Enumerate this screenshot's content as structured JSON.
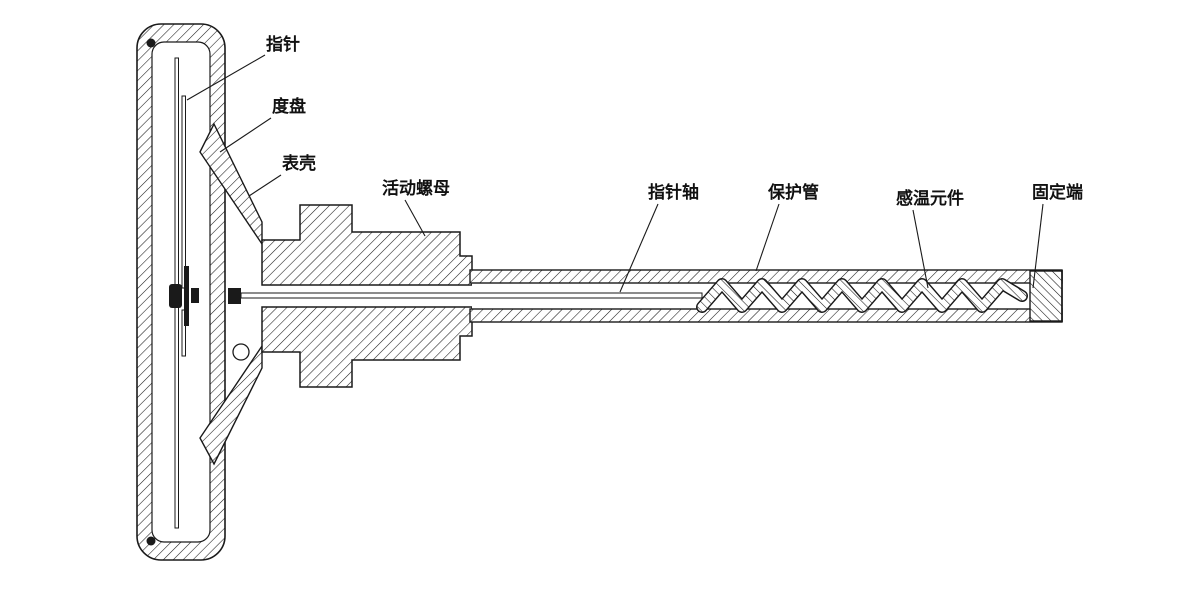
{
  "figure": {
    "labels": {
      "pointer": "指针",
      "dial": "度盘",
      "case": "表壳",
      "movable_nut": "活动螺母",
      "pointer_shaft": "指针轴",
      "protection_tube": "保护管",
      "sensing_element": "感温元件",
      "fixed_end": "固定端"
    },
    "colors": {
      "ink": "#1a1a1a",
      "background": "#ffffff"
    }
  }
}
